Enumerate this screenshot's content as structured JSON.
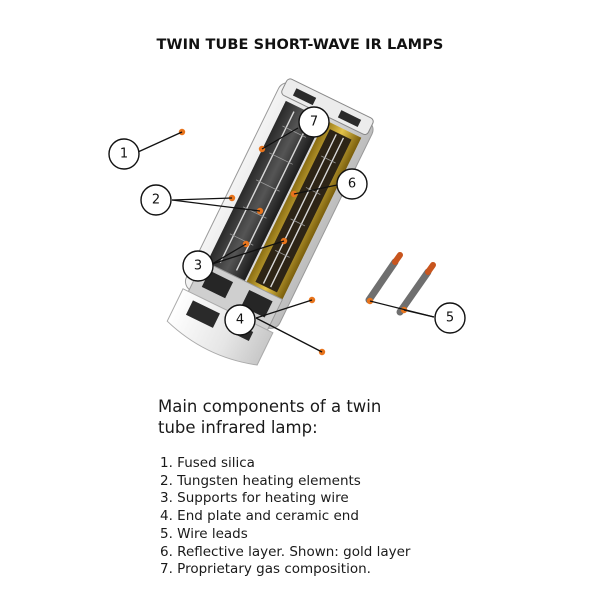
{
  "title": "TWIN TUBE SHORT-WAVE IR LAMPS",
  "callouts": [
    "1",
    "2",
    "3",
    "4",
    "5",
    "6",
    "7"
  ],
  "caption": {
    "line1": "Main components of a twin",
    "line2": "tube infrared lamp:"
  },
  "components": [
    "1. Fused silica",
    "2. Tungsten heating elements",
    "3. Supports for heating wire",
    "4. End plate and ceramic end",
    "5. Wire leads",
    "6. Reflective layer.  Shown: gold layer",
    "7. Proprietary gas composition."
  ],
  "colors": {
    "gold_layer": "#c9a227",
    "marker_dot": "#e8741c",
    "wire_lead_tip": "#c8551e"
  }
}
